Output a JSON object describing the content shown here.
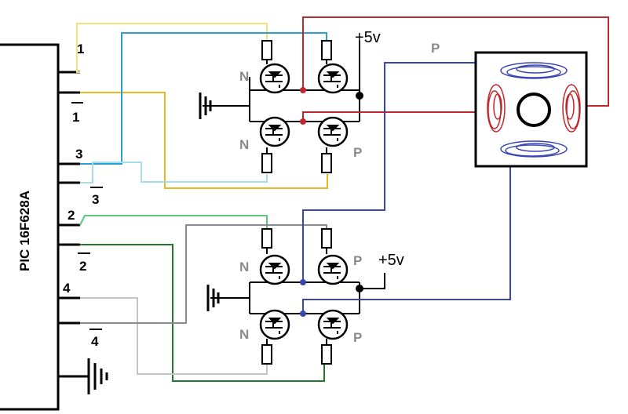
{
  "chip": {
    "name": "PIC 16F628A"
  },
  "pins": [
    {
      "label": "1",
      "inverted": false
    },
    {
      "label": "1",
      "inverted": true
    },
    {
      "label": "3",
      "inverted": false
    },
    {
      "label": "3",
      "inverted": true
    },
    {
      "label": "2",
      "inverted": false
    },
    {
      "label": "2",
      "inverted": true
    },
    {
      "label": "4",
      "inverted": false
    },
    {
      "label": "4",
      "inverted": true
    }
  ],
  "bridge_top": {
    "supply": "+5v",
    "type_upper_left": "N",
    "type_lower_left": "N",
    "type_lower_right": "P",
    "type_coil_wire": "P"
  },
  "bridge_bottom": {
    "supply": "+5v",
    "type_upper_left": "N",
    "type_upper_right": "P",
    "type_lower_left": "N",
    "type_lower_right": "P"
  },
  "colors": {
    "pin1": "#f2e27a",
    "pin1_inv": "#e8b820",
    "pin3": "#2a9fd0",
    "pin3_inv": "#a8dcec",
    "pin2": "#5ec878",
    "pin2_inv": "#1f7a2a",
    "pin4": "#8c8c8c",
    "pin4_inv": "#c4c4c4",
    "coil_a": "#c0282e",
    "coil_b": "#3a46b0",
    "black": "#000000"
  },
  "icons": [
    "ground-icon",
    "mosfet-icon",
    "resistor-icon",
    "stepper-motor-icon"
  ]
}
